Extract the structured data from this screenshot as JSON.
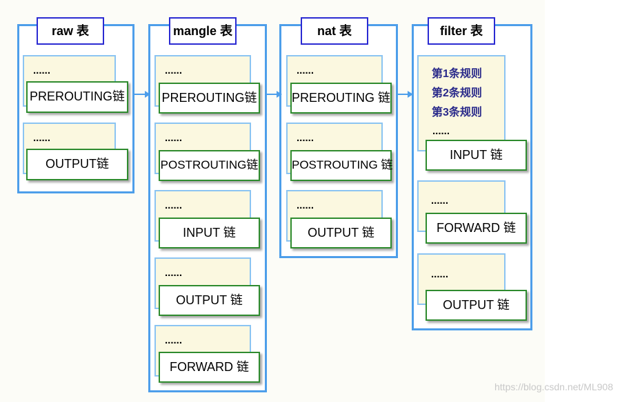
{
  "tables": [
    {
      "title": "raw 表",
      "cards": [
        {
          "dots": "......",
          "chain": "PREROUTING链"
        },
        {
          "dots": "......",
          "chain": "OUTPUT链"
        }
      ]
    },
    {
      "title": "mangle 表",
      "cards": [
        {
          "dots": "......",
          "chain": "PREROUTING链"
        },
        {
          "dots": "......",
          "chain": "POSTROUTING链"
        },
        {
          "dots": "......",
          "chain": "INPUT 链"
        },
        {
          "dots": "......",
          "chain": "OUTPUT 链"
        },
        {
          "dots": "......",
          "chain": "FORWARD 链"
        }
      ]
    },
    {
      "title": "nat 表",
      "cards": [
        {
          "dots": "......",
          "chain": "PREROUTING 链"
        },
        {
          "dots": "......",
          "chain": "POSTROUTING 链"
        },
        {
          "dots": "......",
          "chain": "OUTPUT 链"
        }
      ]
    },
    {
      "title": "filter 表",
      "cards": [
        {
          "rules": [
            "第1条规则",
            "第2条规则",
            "第3条规则"
          ],
          "dots": "......",
          "chain": "INPUT 链"
        },
        {
          "dots": "......",
          "chain": "FORWARD 链"
        },
        {
          "dots": "......",
          "chain": "OUTPUT 链"
        }
      ]
    }
  ],
  "watermark": "https://blog.csdn.net/ML908",
  "colors": {
    "table_border": "#4d9eea",
    "title_border": "#2a2ad2",
    "card_border": "#8bc4f2",
    "card_fill": "#fbf8e0",
    "chain_border": "#2e8b2e",
    "arrow": "#4d9eea",
    "rule_text": "#2a2a8a"
  }
}
